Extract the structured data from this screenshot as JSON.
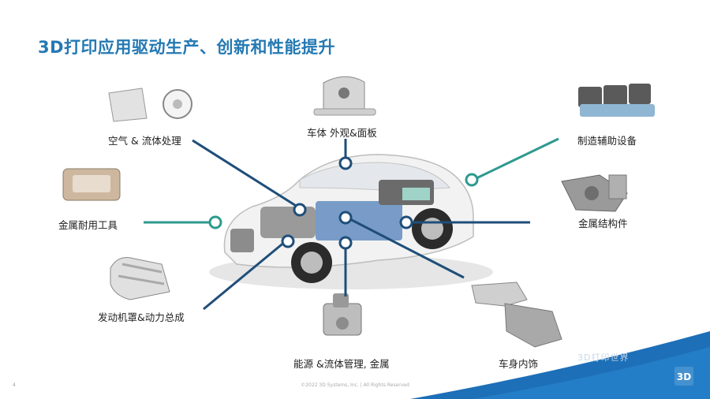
{
  "slide": {
    "title": "3D打印应用驱动生产、创新和性能提升",
    "labels": {
      "air_fluid": "空气 & 流体处理",
      "body_panel": "车体 外观&面板",
      "mfg_aids": "制造辅助设备",
      "metal_tools": "金属耐用工具",
      "metal_struct": "金属结构件",
      "engine": "发动机罩&动力总成",
      "energy": "能源 &流体管理, 金属",
      "interior": "车身内饰"
    },
    "footer": "©2022 3D Systems, Inc. | All Rights Reserved",
    "page_number": "4",
    "watermark": "3D打印世界",
    "logo_text": "3D"
  },
  "colors": {
    "title": "#2479b3",
    "line_dark": "#1f4e79",
    "line_teal": "#2e9a8e",
    "accent_blue": "#1d6fb8"
  }
}
